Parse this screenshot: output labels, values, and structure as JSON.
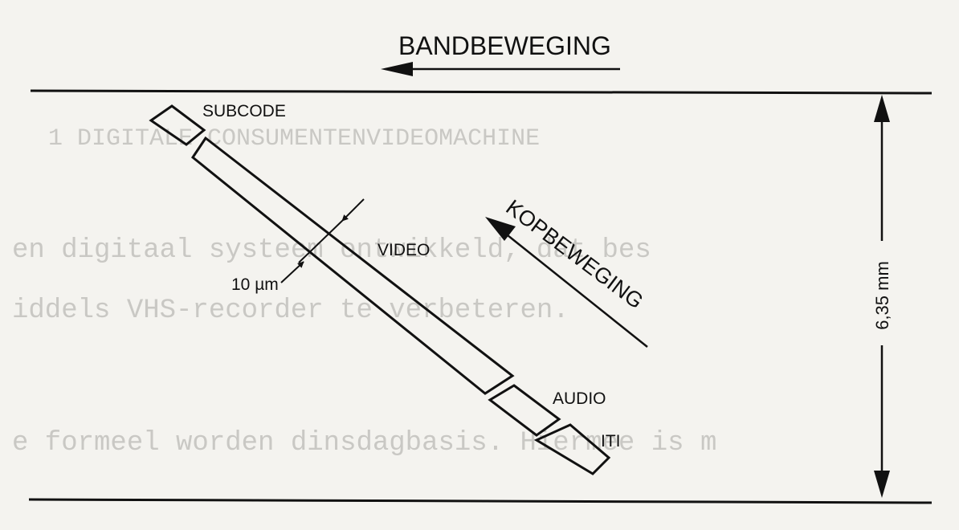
{
  "labels": {
    "tape_motion": "BANDBEWEGING",
    "head_motion": "KOPBEWEGING",
    "subcode": "SUBCODE",
    "video": "VIDEO",
    "audio": "AUDIO",
    "iti": "ITI",
    "track_width": "10 µm",
    "tape_width": "6,35 mm"
  },
  "bleed_through": {
    "line1": "1 DIGITALE CONSUMENTENVIDEOMACHINE",
    "line2": "en digitaal systeem ontwikkeld, dat bes",
    "line3": "iddels VHS-recorder te verbeteren.",
    "line4": "e formeel worden dinsdagbasis. Hiermee is m"
  },
  "colors": {
    "ink": "#111111",
    "paper": "#f4f3ef",
    "bleed": "#c9c8c4"
  }
}
